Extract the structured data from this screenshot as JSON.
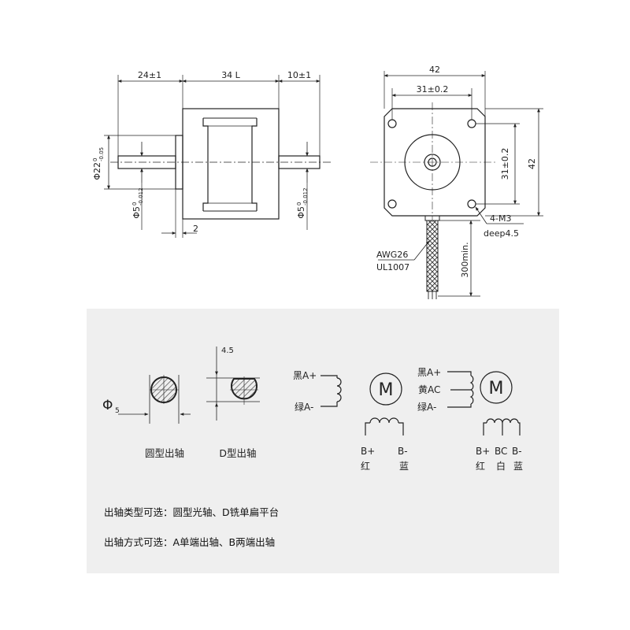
{
  "side_view": {
    "dim_shaft_len": "24±1",
    "dim_body_len": "34 L",
    "dim_rear_shaft": "10±1",
    "dim_boss_dia": "Φ22",
    "dim_boss_tol_upper": "0",
    "dim_boss_tol_lower": "-0.05",
    "dim_front_shaft_dia": "Φ5",
    "dim_front_shaft_tol_upper": "0",
    "dim_front_shaft_tol_lower": "-0.012",
    "dim_rear_shaft_dia": "Φ5",
    "dim_rear_shaft_tol_upper": "0",
    "dim_rear_shaft_tol_lower": "-0.012",
    "dim_boss_height": "2"
  },
  "front_view": {
    "dim_width": "42",
    "dim_hole_spacing_h": "31±0.2",
    "dim_hole_spacing_v": "31±0.2",
    "dim_height": "42",
    "hole_spec": "4-M3",
    "hole_depth": "deep4.5",
    "wire_gauge": "AWG26",
    "wire_standard": "UL1007",
    "wire_length": "300min."
  },
  "shaft_types": {
    "phi_symbol": "Φ",
    "phi_value": "5",
    "d_flat": "4.5",
    "round_label": "圆型出轴",
    "d_label": "D型出轴"
  },
  "wiring_4wire": {
    "a_plus": "黑A+",
    "a_minus": "绿A-",
    "motor": "M",
    "b_plus": "B+",
    "b_minus": "B-",
    "b_plus_color": "红",
    "b_minus_color": "蓝"
  },
  "wiring_6wire": {
    "a_plus": "黑A+",
    "a_center": "黄AC",
    "a_minus": "绿A-",
    "motor": "M",
    "b_plus": "B+",
    "b_center": "BC",
    "b_minus": "B-",
    "b_plus_color": "红",
    "b_center_color": "白",
    "b_minus_color": "蓝"
  },
  "notes": {
    "shaft_type_options": "出轴类型可选：圆型光轴、D铣单扁平台",
    "shaft_mode_options": "出轴方式可选：A单端出轴、B两端出轴"
  },
  "colors": {
    "line": "#222222",
    "bottom_panel": "#efefef"
  }
}
